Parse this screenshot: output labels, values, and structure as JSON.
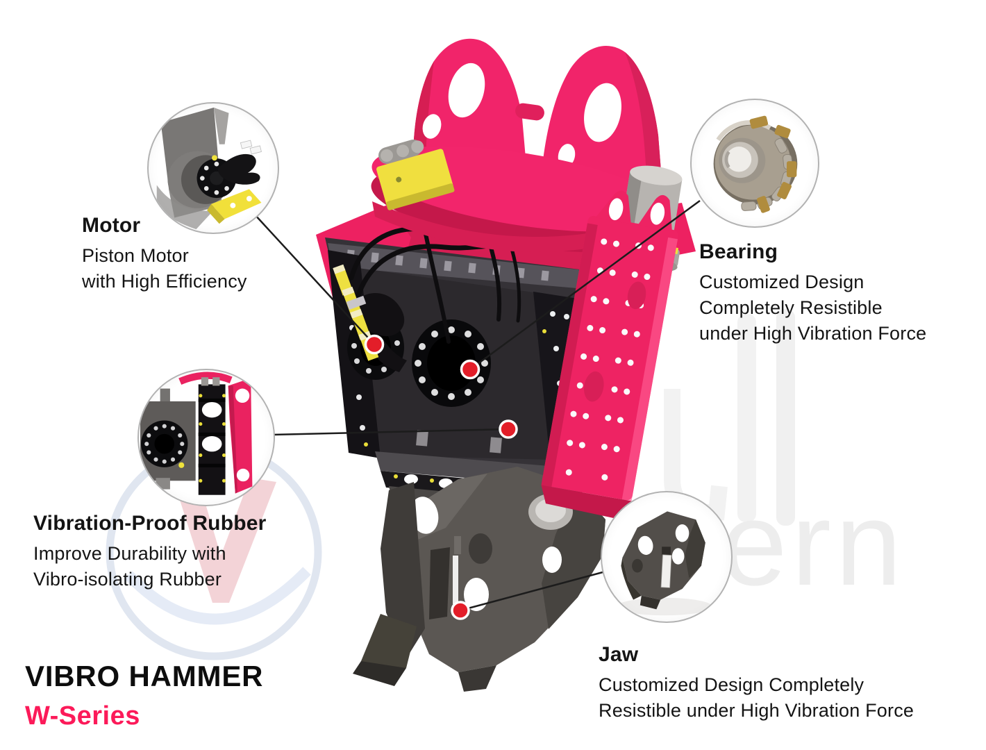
{
  "title": {
    "name": "VIBRO HAMMER",
    "series": "W-Series"
  },
  "callouts": {
    "motor": {
      "heading": "Motor",
      "lines": [
        "Piston Motor",
        "with High Efficiency"
      ]
    },
    "bearing": {
      "heading": "Bearing",
      "lines": [
        "Customized Design",
        "Completely Resistible",
        "under High Vibration Force"
      ]
    },
    "rubber": {
      "heading": "Vibration-Proof Rubber",
      "lines": [
        "Improve Durability with",
        "Vibro-isolating Rubber"
      ]
    },
    "jaw": {
      "heading": "Jaw",
      "lines": [
        "Customized Design Completely",
        "Resistible under High Vibration Force"
      ]
    }
  },
  "watermark": {
    "text": "ern"
  },
  "colors": {
    "brand_pink": "#F1246A",
    "side_plate_pink": "#EE2363",
    "marker_red": "#E31E29",
    "series_pink": "#FC1A59"
  }
}
